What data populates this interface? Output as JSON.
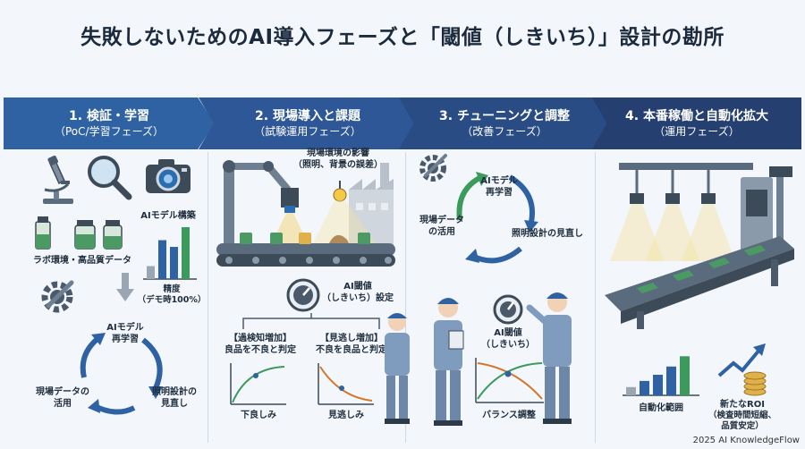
{
  "title": "失敗しないためのAI導入フェーズと「閾値（しきいち）」設計の勘所",
  "phases": [
    {
      "name": "1. 検証・学習",
      "sub": "（PoC/学習フェーズ）"
    },
    {
      "name": "2. 現場導入と課題",
      "sub": "（試験運用フェーズ）"
    },
    {
      "name": "3. チューニングと調整",
      "sub": "（改善フェーズ）"
    },
    {
      "name": "4. 本番稼働と自動化拡大",
      "sub": "（運用フェーズ）"
    }
  ],
  "phase1": {
    "lab_label": "ラボ環境・高品質データ",
    "model_label": "AIモデル構築",
    "accuracy_line1": "精度",
    "accuracy_line2": "（デモ時100%）",
    "cycle_top_line1": "AIモデル",
    "cycle_top_line2": "再学習",
    "cycle_right_line1": "照明設計の",
    "cycle_right_line2": "見直し",
    "cycle_left_line1": "現場データの",
    "cycle_left_line2": "活用",
    "bar_values": [
      0.25,
      0.75,
      0.62,
      1.0
    ]
  },
  "phase2": {
    "env_line1": "現場環境の影響",
    "env_line2": "（照明、背景の誤差）",
    "threshold_line1": "AI閾値",
    "threshold_line2": "（しきいち）設定",
    "over_title": "【過検知増加】",
    "over_desc": "良品を不良と判定",
    "miss_title": "【見逃し増加】",
    "miss_desc": "不良を良品と判定",
    "over_chart_label": "下良しみ",
    "miss_chart_label": "見逃しみ"
  },
  "phase3": {
    "cycle_top_line1": "AIモデル",
    "cycle_top_line2": "再学習",
    "cycle_right": "照明設計の見直し",
    "cycle_left_line1": "現場データ",
    "cycle_left_line2": "の活用",
    "threshold_line1": "AI閾値",
    "threshold_line2": "（しきいち）",
    "balance_label": "バランス調整"
  },
  "phase4": {
    "automation_label": "自動化範囲",
    "roi_line1": "新たなROI",
    "roi_line2": "（検査時間短縮、",
    "roi_line3": "品質安定）",
    "bar_values": [
      0.2,
      0.35,
      0.5,
      0.7,
      0.95
    ]
  },
  "footer": "2025 AI KnowledgeFlow",
  "colors": {
    "accent_blue": "#2f62a3",
    "green": "#3b9a5c",
    "orange": "#d4772a",
    "teal": "#4f8f8c"
  }
}
